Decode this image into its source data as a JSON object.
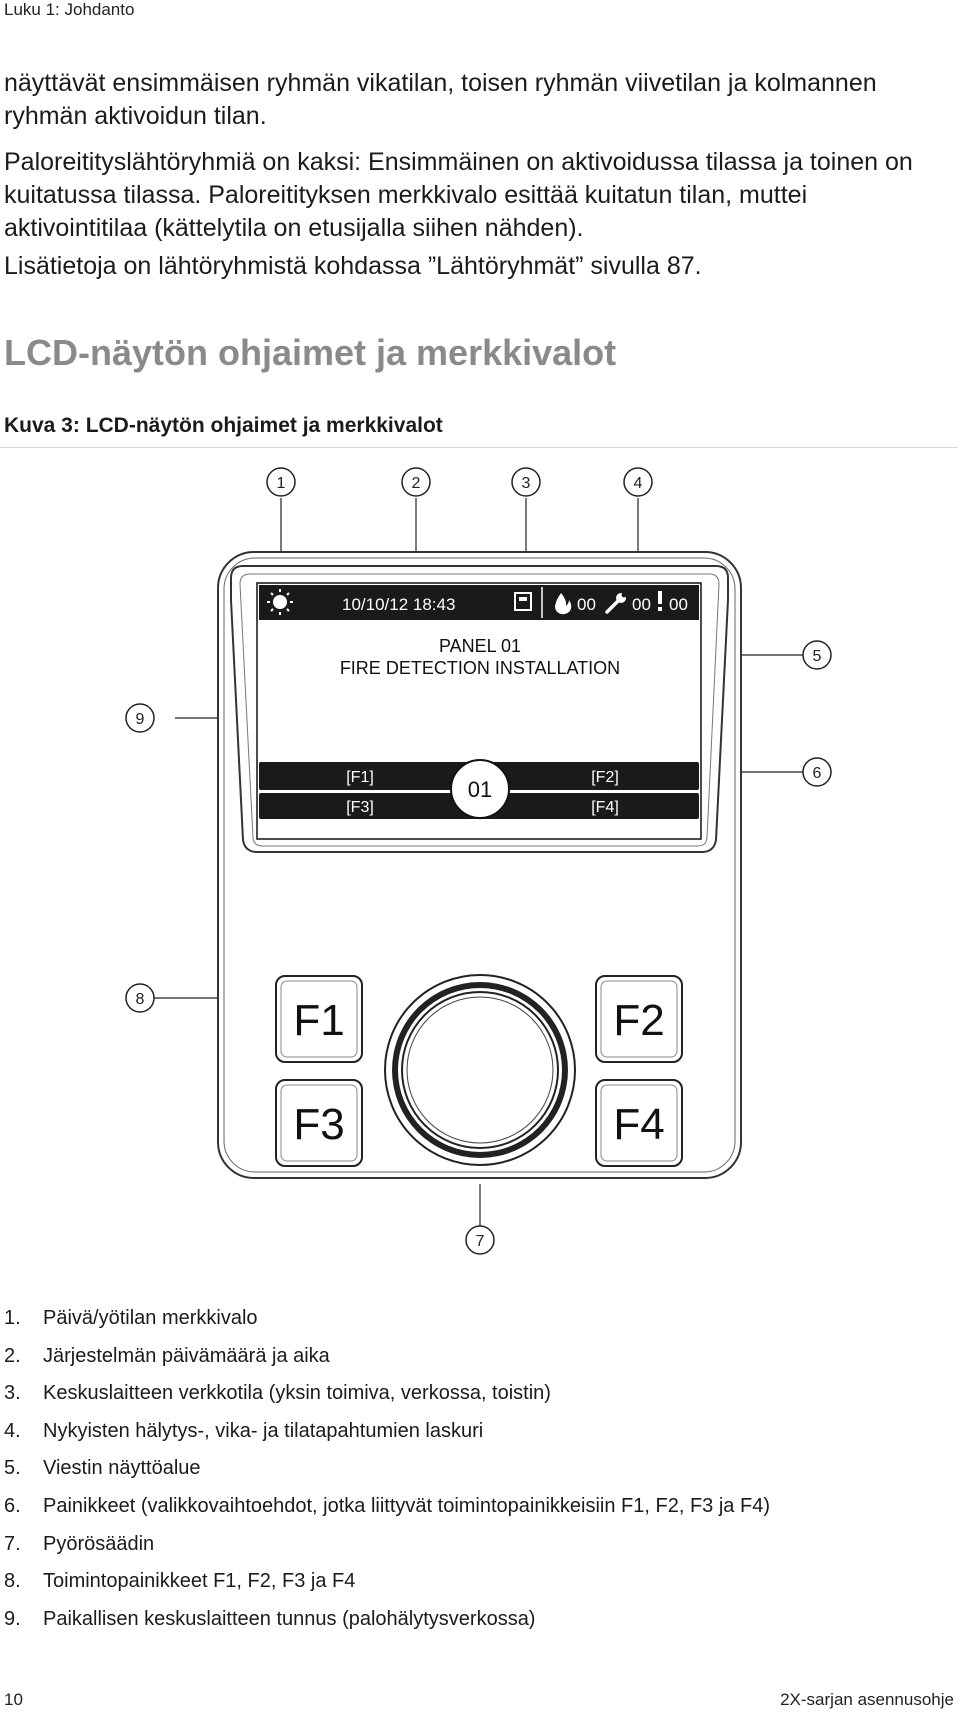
{
  "header": {
    "chapter": "Luku 1: Johdanto"
  },
  "paragraphs": [
    "näyttävät ensimmäisen ryhmän vikatilan, toisen ryhmän viivetilan ja kolmannen ryhmän aktivoidun tilan.",
    "Paloreitityslähtöryhmiä on kaksi: Ensimmäinen on aktivoidussa tilassa ja toinen on kuitatussa tilassa. Paloreitityksen merkkivalo esittää kuitatun tilan, muttei aktivointitilaa (kättelytila on etusijalla siihen nähden).",
    "Lisätietoja on lähtöryhmistä kohdassa ”Lähtöryhmät” sivulla 87."
  ],
  "section_title": "LCD-näytön ohjaimet ja merkkivalot",
  "figure_caption": "Kuva 3: LCD-näytön ohjaimet ja merkkivalot",
  "figure": {
    "callouts": [
      "1",
      "2",
      "3",
      "4",
      "5",
      "6",
      "7",
      "8",
      "9"
    ],
    "lcd": {
      "datetime": "10/10/12  18:43",
      "fire_count": "00",
      "fault_count": "00",
      "warning_count": "00",
      "line1": "PANEL 01",
      "line2": "FIRE DETECTION INSTALLATION",
      "softkeys": [
        "[F1]",
        "[F2]",
        "[F3]",
        "[F4]"
      ],
      "panel_id": "01"
    },
    "buttons": [
      "F1",
      "F2",
      "F3",
      "F4"
    ],
    "icons": [
      "sun-icon",
      "network-mode-icon",
      "flame-icon",
      "wrench-icon",
      "exclamation-icon"
    ]
  },
  "legend": [
    {
      "num": "1.",
      "text": "Päivä/yötilan merkkivalo"
    },
    {
      "num": "2.",
      "text": "Järjestelmän päivämäärä ja aika"
    },
    {
      "num": "3.",
      "text": "Keskuslaitteen verkkotila (yksin toimiva, verkossa, toistin)"
    },
    {
      "num": "4.",
      "text": "Nykyisten hälytys-, vika- ja tilatapahtumien laskuri"
    },
    {
      "num": "5.",
      "text": "Viestin näyttöalue"
    },
    {
      "num": "6.",
      "text": "Painikkeet (valikkovaihtoehdot, jotka liittyvät toimintopainikkeisiin F1, F2, F3 ja F4)"
    },
    {
      "num": "7.",
      "text": "Pyörösäädin"
    },
    {
      "num": "8.",
      "text": "Toimintopainikkeet F1, F2, F3 ja F4"
    },
    {
      "num": "9.",
      "text": "Paikallisen keskuslaitteen tunnus (palohälytysverkossa)"
    }
  ],
  "footer": {
    "page_number": "10",
    "doc_title": "2X-sarjan asennusohje"
  }
}
